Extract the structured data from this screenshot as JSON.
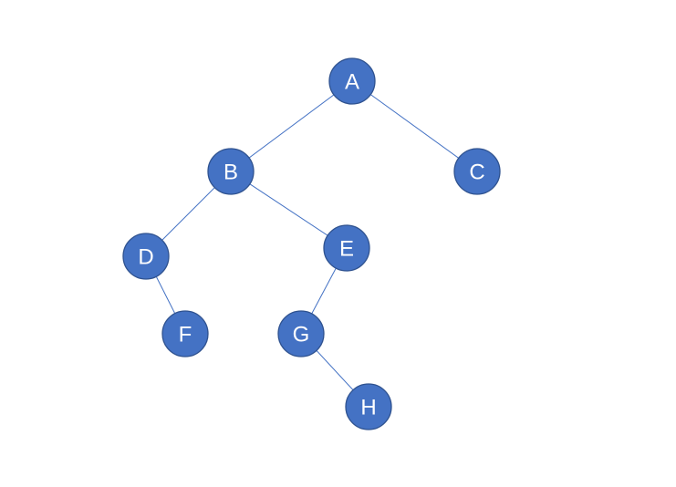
{
  "tree": {
    "nodes": [
      {
        "id": "A",
        "label": "A"
      },
      {
        "id": "B",
        "label": "B"
      },
      {
        "id": "C",
        "label": "C"
      },
      {
        "id": "D",
        "label": "D"
      },
      {
        "id": "E",
        "label": "E"
      },
      {
        "id": "F",
        "label": "F"
      },
      {
        "id": "G",
        "label": "G"
      },
      {
        "id": "H",
        "label": "H"
      }
    ],
    "edges": [
      {
        "from": "A",
        "to": "B"
      },
      {
        "from": "A",
        "to": "C"
      },
      {
        "from": "B",
        "to": "D"
      },
      {
        "from": "B",
        "to": "E"
      },
      {
        "from": "D",
        "to": "F"
      },
      {
        "from": "E",
        "to": "G"
      },
      {
        "from": "G",
        "to": "H"
      }
    ],
    "colors": {
      "node_fill": "#4472c4",
      "node_border": "#2f528f",
      "edge": "#4472c4",
      "label": "#ffffff"
    }
  }
}
